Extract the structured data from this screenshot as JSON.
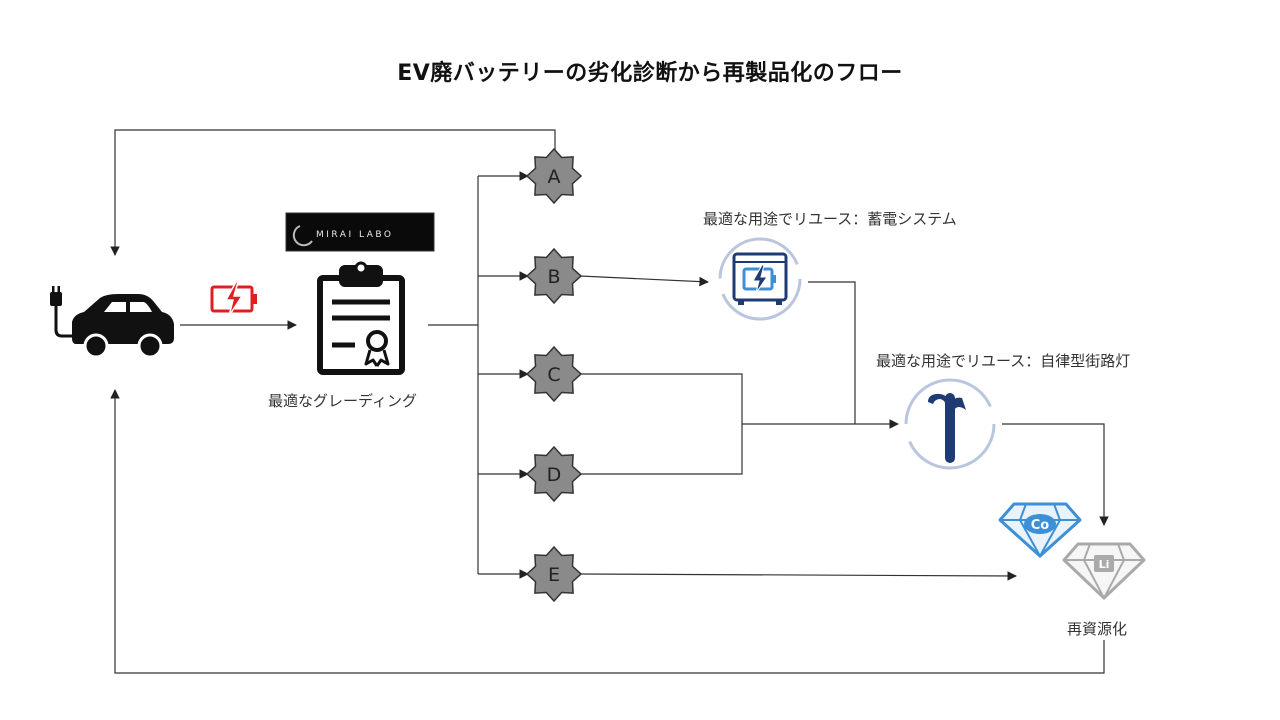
{
  "title": "EV廃バッテリーの劣化診断から再製品化のフロー",
  "logo_text": "MIRAI LABO",
  "grading_label": "最適なグレーディング",
  "reuse_storage_label": "最適な用途でリユース：蓄電システム",
  "reuse_streetlight_label": "最適な用途でリユース：自律型街路灯",
  "recycle_label": "再資源化",
  "grades": [
    "A",
    "B",
    "C",
    "D",
    "E"
  ],
  "element_symbols": {
    "cobalt": "Co",
    "lithium": "Li"
  },
  "colors": {
    "battery_red": "#e02020",
    "reuse_blue": "#1f3b73",
    "ring_blue": "#b9c6de",
    "cobalt_blue": "#3d8fd6",
    "lithium_gray": "#aaaaaa",
    "grade_node_fill": "#8a8a8a"
  },
  "icons": {
    "ev": "car-with-plug-icon",
    "battery": "charging-battery-icon",
    "certificate": "certificate-clipboard-icon",
    "storage": "energy-storage-system-icon",
    "streetlight": "streetlight-icon",
    "cobalt": "cobalt-diamond-icon",
    "lithium": "lithium-diamond-icon"
  }
}
